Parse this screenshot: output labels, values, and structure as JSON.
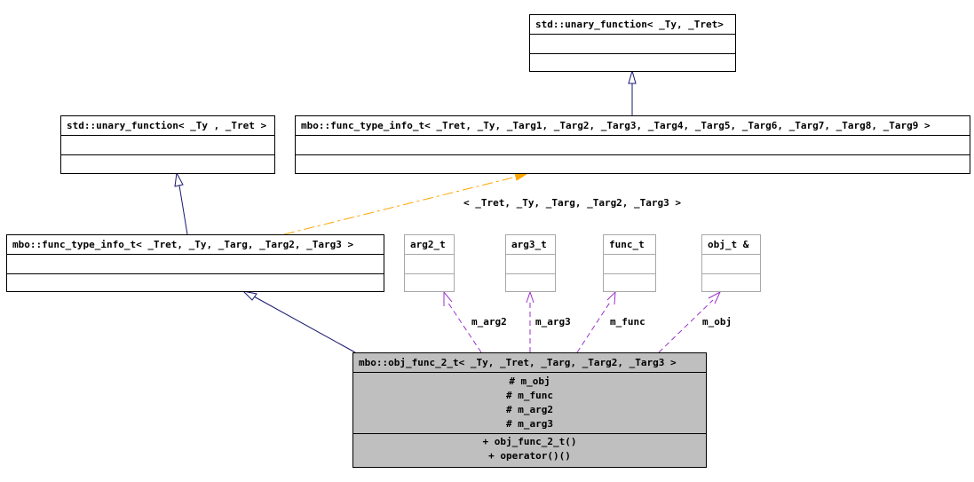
{
  "classes": {
    "std_unary_function_tret": {
      "title": "std::unary_function< _Ty, _Tret>"
    },
    "mbo_func_type_info_t_9": {
      "title": "mbo::func_type_info_t< _Tret, _Ty, _Targ1, _Targ2, _Targ3, _Targ4, _Targ5, _Targ6, _Targ7, _Targ8, _Targ9 >"
    },
    "std_unary_function_ty_tret": {
      "title": "std::unary_function< _Ty , _Tret >"
    },
    "mbo_func_type_info_t_5": {
      "title": "mbo::func_type_info_t< _Tret, _Ty, _Targ, _Targ2, _Targ3 >"
    },
    "arg2_t": {
      "title": "arg2_t"
    },
    "arg3_t": {
      "title": "arg3_t"
    },
    "func_t": {
      "title": "func_t"
    },
    "obj_t_ref": {
      "title": "obj_t &"
    },
    "obj_func_2_t": {
      "title": "mbo::obj_func_2_t< _Ty, _Tret, _Targ, _Targ2, _Targ3 >",
      "attributes": [
        "# m_obj",
        "# m_func",
        "# m_arg2",
        "# m_arg3"
      ],
      "methods": [
        "+ obj_func_2_t()",
        "+ operator()()"
      ]
    }
  },
  "labels": {
    "template_binding": "< _Tret, _Ty, _Targ, _Targ2, _Targ3 >",
    "m_arg2": "m_arg2",
    "m_arg3": "m_arg3",
    "m_func": "m_func",
    "m_obj": "m_obj"
  },
  "colors": {
    "inheritance": "#191970",
    "template": "#ffa500",
    "usage": "#9a32cd",
    "focus_fill": "#bfbfbf"
  }
}
